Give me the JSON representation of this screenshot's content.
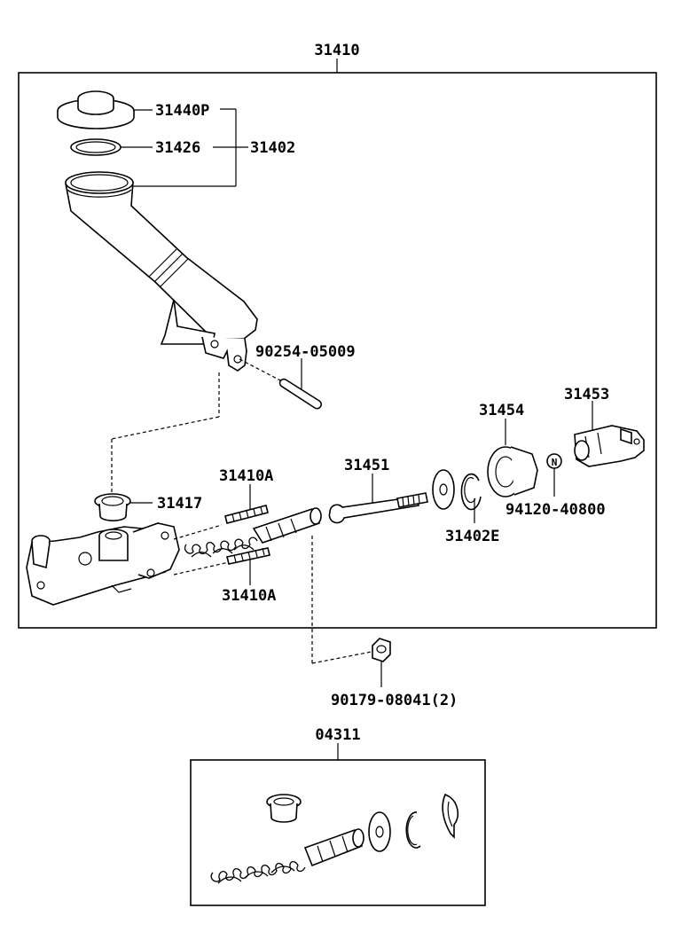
{
  "assembly": {
    "number": "31410"
  },
  "parts": {
    "cap": "31440P",
    "seal_ring": "31426",
    "reservoir_group": "31402",
    "pin": "90254-05009",
    "stud_upper": "31410A",
    "stud_lower": "31410A",
    "grommet": "31417",
    "push_rod": "31451",
    "washer": "31402E",
    "boot": "31454",
    "clevis": "31453",
    "clevis_pin_nut": "94120-40800",
    "nut": "90179-08041(2)"
  },
  "kit": {
    "number": "04311"
  }
}
